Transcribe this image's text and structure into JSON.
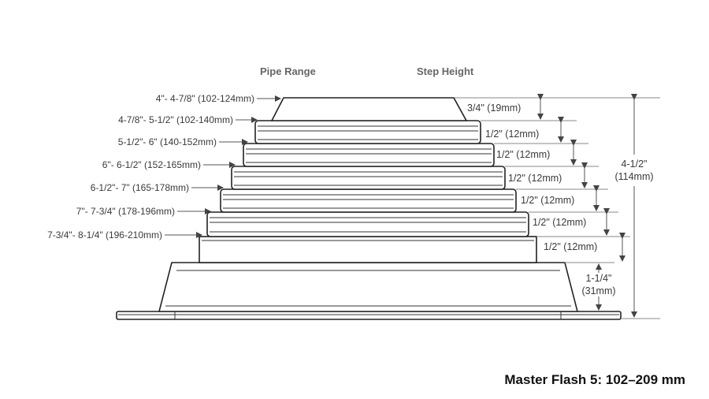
{
  "headers": {
    "pipe_range": "Pipe Range",
    "step_height": "Step Height"
  },
  "pipe_ranges": [
    "4\"- 4-7/8\" (102-124mm)",
    "4-7/8\"- 5-1/2\" (102-140mm)",
    "5-1/2\"- 6\" (140-152mm)",
    "6\"- 6-1/2\" (152-165mm)",
    "6-1/2\"- 7\" (165-178mm)",
    "7\"- 7-3/4\" (178-196mm)",
    "7-3/4\"- 8-1/4\" (196-210mm)"
  ],
  "step_heights": [
    "3/4\" (19mm)",
    "1/2\" (12mm)",
    "1/2\" (12mm)",
    "1/2\" (12mm)",
    "1/2\" (12mm)",
    "1/2\" (12mm)",
    "1/2\" (12mm)"
  ],
  "base_height": {
    "line1": "1-1/4\"",
    "line2": "(31mm)"
  },
  "total_height": {
    "line1": "4-1/2\"",
    "line2": "(114mm)"
  },
  "caption": "Master Flash 5: 102–209 mm"
}
